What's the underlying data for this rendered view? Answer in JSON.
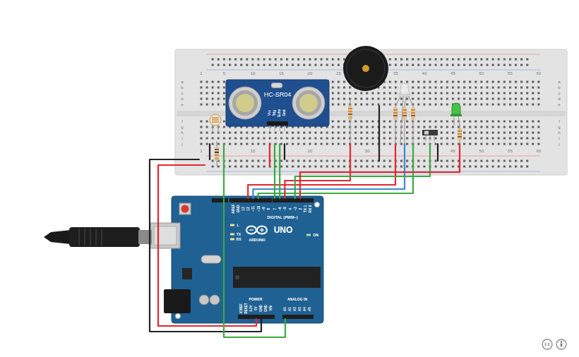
{
  "diagram": {
    "nodes": [
      {
        "text": [
          "HC-SR04"
        ]
      },
      {
        "text": [
          "UNO",
          "ARDUINO"
        ]
      }
    ],
    "labels": [
      "1",
      "5",
      "10",
      "15",
      "20",
      "25",
      "35",
      "40",
      "45",
      "50",
      "55",
      "60",
      "1",
      "10",
      "20",
      "30",
      "45",
      "50",
      "55",
      "60",
      "a",
      "b",
      "c",
      "d",
      "e",
      "f",
      "g",
      "h",
      "i",
      "j",
      "a",
      "b",
      "c",
      "d",
      "e",
      "f",
      "g",
      "h",
      "i",
      "j",
      "Vcc",
      "Trig",
      "Echo",
      "Gnd",
      "AREF",
      "GND",
      "13",
      "12",
      "~11",
      "~10",
      "~9",
      "8",
      "7",
      "~6",
      "~5",
      "4",
      "~3",
      "2",
      "TX 1",
      "RX 0",
      "DIGITAL (PWM~)",
      "L",
      "TX",
      "RX",
      "ON",
      "POWER",
      "ANALOG IN",
      "IOREF",
      "RESET",
      "3.3V",
      "5V",
      "GND",
      "GND",
      "VIN",
      "A0",
      "A1",
      "A2",
      "A3",
      "A4",
      "A5"
    ]
  }
}
